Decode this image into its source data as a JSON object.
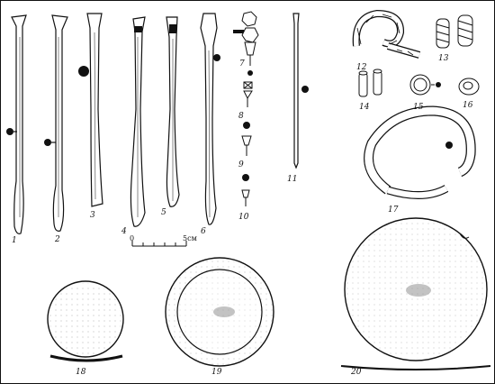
{
  "plate": {
    "labels": [
      "1",
      "2",
      "3",
      "4",
      "5",
      "6",
      "7",
      "8",
      "9",
      "10",
      "11",
      "12",
      "13",
      "14",
      "15",
      "16",
      "17",
      "18",
      "19",
      "20"
    ],
    "scale": {
      "zero": "0",
      "five": "5см"
    }
  }
}
